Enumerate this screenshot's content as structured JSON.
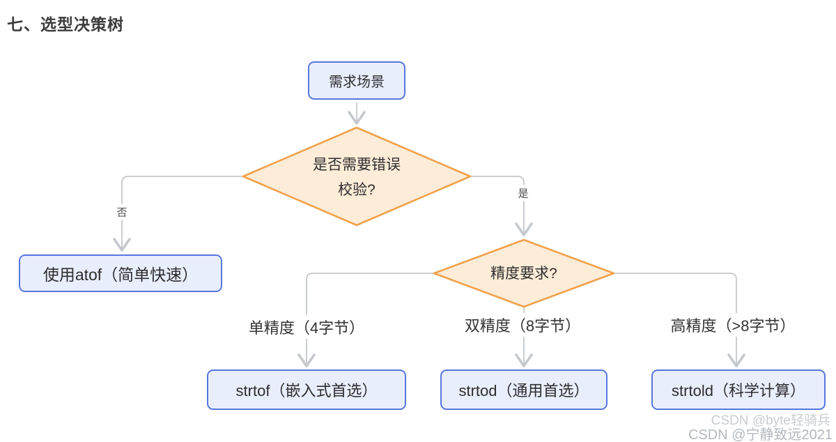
{
  "title": "七、选型决策树",
  "colors": {
    "box_fill": "#e9eefc",
    "box_border": "#5677dd",
    "diamond_fill": "#fcecd8",
    "diamond_border": "#f1a149",
    "connector": "#c5c8cc",
    "text": "#2d2d2d"
  },
  "nodes": {
    "start": {
      "label": "需求场景"
    },
    "decision_error": {
      "label": "是否需要错误\n校验?"
    },
    "atof": {
      "label": "使用atof（简单快速）"
    },
    "decision_precision": {
      "label": "精度要求?"
    },
    "strtof": {
      "label": "strtof（嵌入式首选）"
    },
    "strtod": {
      "label": "strtod（通用首选）"
    },
    "strtold": {
      "label": "strtold（科学计算）"
    }
  },
  "edge_labels": {
    "no": "否",
    "yes": "是",
    "single_precision": "单精度（4字节）",
    "double_precision": "双精度（8字节）",
    "high_precision": "高精度（>8字节）"
  },
  "watermarks": {
    "line1": "CSDN @byte轻骑兵",
    "line2": "CSDN @宁静致远2021"
  }
}
